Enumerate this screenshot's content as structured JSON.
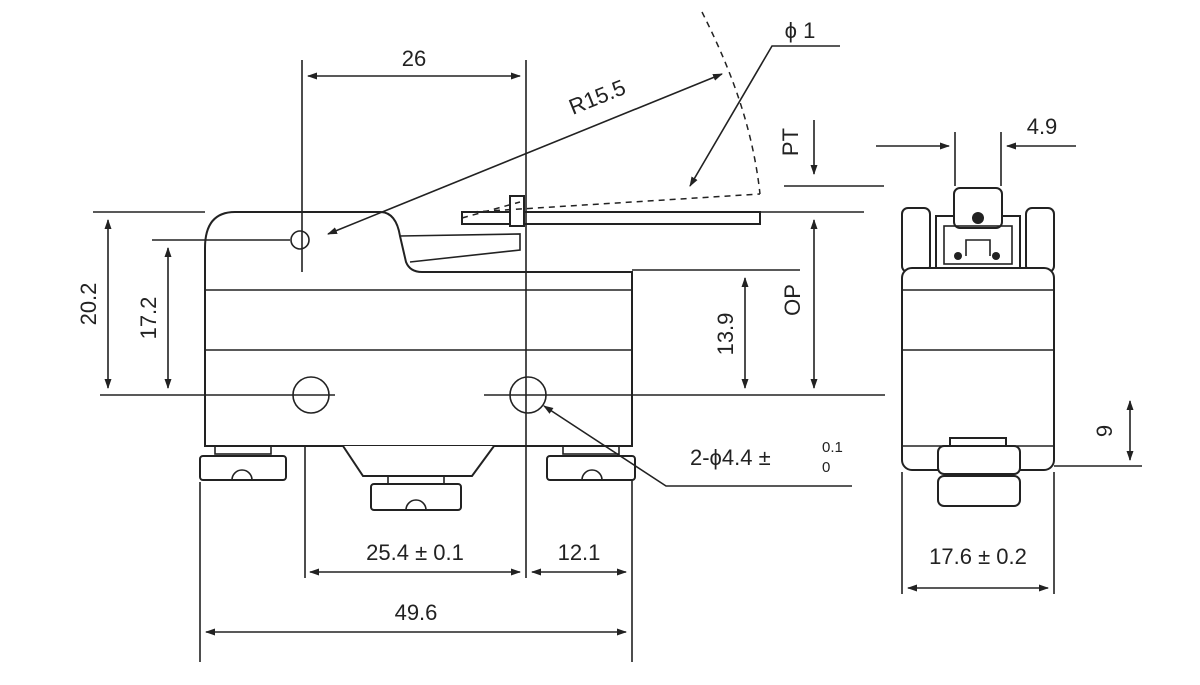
{
  "dimensions": {
    "lever_pivot_span": "26",
    "lever_radius": "R15.5",
    "roller_phi": "ϕ 1",
    "pt": "PT",
    "op": "OP",
    "height_total": "20.2",
    "height_body": "17.2",
    "hole_to_lever": "13.9",
    "hole_spacing": "25.4 ± 0.1",
    "hole_to_end": "12.1",
    "overall_length": "49.6",
    "hole_spec_main": "2-ϕ4.4 ±",
    "hole_tol_upper": "0.1",
    "hole_tol_lower": "0",
    "plunger_width": "4.9",
    "hole_height": "9",
    "side_width": "17.6 ± 0.2"
  }
}
